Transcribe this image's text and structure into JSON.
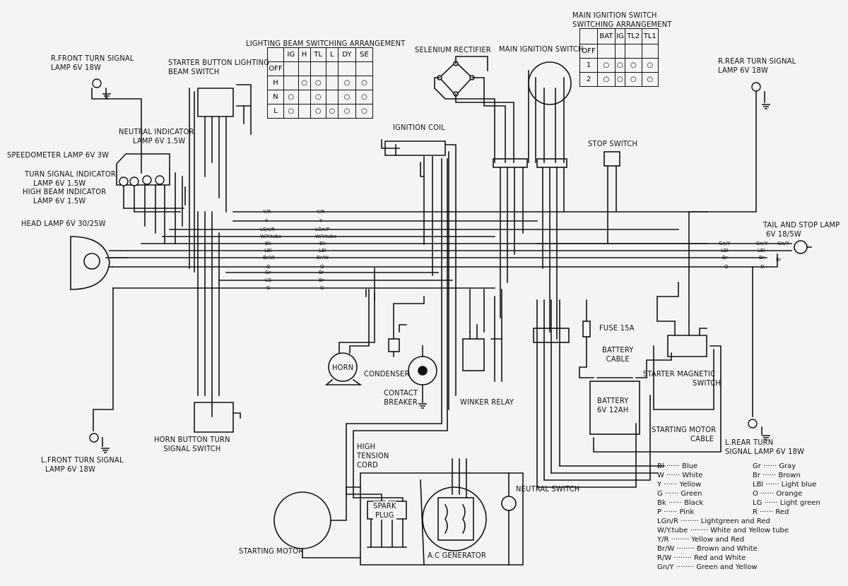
{
  "labels": {
    "r_front_turn": [
      "R.FRONT TURN SIGNAL",
      "LAMP 6V 18W"
    ],
    "starter_button": [
      "STARTER BUTTON LIGHTING",
      "BEAM SWITCH"
    ],
    "lighting_beam_title": "LIGHTING BEAM SWITCHING ARRANGEMENT",
    "selenium_rectifier": "SELENIUM RECTIFIER",
    "main_ignition_switch": "MAIN IGNITION SWITCH",
    "main_ignition_arrangement": [
      "MAIN IGNITION SWITCH",
      "SWITCHING ARRANGEMENT"
    ],
    "r_rear_turn": [
      "R.REAR TURN SIGNAL",
      "LAMP 6V 18W"
    ],
    "neutral_indicator": [
      "NEUTRAL INDICATOR",
      "LAMP 6V 1.5W"
    ],
    "speedometer_lamp": "SPEEDOMETER LAMP 6V 3W",
    "turn_signal_indicator": [
      "TURN SIGNAL INDICATOR",
      "LAMP 6V 1.5W"
    ],
    "high_beam_indicator": [
      "HIGH BEAM INDICATOR",
      "LAMP 6V 1.5W"
    ],
    "head_lamp": "HEAD LAMP 6V 30/25W",
    "ignition_coil": "IGNITION COIL",
    "stop_switch": "STOP SWITCH",
    "tail_stop_lamp": [
      "TAIL AND STOP LAMP",
      "6V 18/5W"
    ],
    "horn": "HORN",
    "condenser": "CONDENSER",
    "contact_breaker": [
      "CONTACT",
      "BREAKER"
    ],
    "winker_relay": "WINKER RELAY",
    "fuse": "FUSE 15A",
    "battery_cable": [
      "BATTERY",
      "CABLE"
    ],
    "starter_magnetic_switch": [
      "STARTER MAGNETIC",
      "SWITCH"
    ],
    "battery": [
      "BATTERY",
      "6V 12AH"
    ],
    "starting_motor_cable": [
      "STARTING MOTOR",
      "CABLE"
    ],
    "l_rear_turn": [
      "L.REAR TURN",
      "SIGNAL LAMP 6V 18W"
    ],
    "l_front_turn": [
      "L.FRONT TURN SIGNAL",
      "LAMP 6V 18W"
    ],
    "horn_button": [
      "HORN BUTTON TURN",
      "SIGNAL SWITCH"
    ],
    "high_tension_cord": [
      "HIGH",
      "TENSION",
      "CORD"
    ],
    "spark_plug": [
      "SPARK",
      "PLUG"
    ],
    "neutral_switch": "NEUTRAL SWITCH",
    "starting_motor": "STARTING MOTOR",
    "ac_generator": "A.C GENERATOR"
  },
  "lighting_table": {
    "headers": [
      "IG",
      "H",
      "TL",
      "L",
      "DY",
      "SE"
    ],
    "rows": [
      "OFF",
      "H",
      "N",
      "L"
    ]
  },
  "ignition_table": {
    "headers": [
      "OFF",
      "BAT",
      "IG",
      "TL2",
      "TL1"
    ],
    "rows": [
      "1",
      "2"
    ]
  },
  "wire_tags": {
    "left": [
      "Y/R",
      "Y",
      "LGn/R",
      "W/Y.tube",
      "Bk",
      "LBl",
      "Br/W",
      "O",
      "Gr",
      "LG",
      "G"
    ],
    "right": [
      "Y/R",
      "Y",
      "LGn/P",
      "W/Y.tube",
      "Bk",
      "LBl",
      "Br/W",
      "O",
      "Br",
      "Br",
      "G"
    ],
    "tail": [
      "Gn/Y",
      "LBl",
      "Br",
      "O",
      "Gn/Y",
      "LBl",
      "Br",
      "O",
      "Gn/Y",
      "Br"
    ]
  },
  "legend_left": [
    {
      "code": "Bl",
      "name": "Blue"
    },
    {
      "code": "W",
      "name": "White"
    },
    {
      "code": "Y",
      "name": "Yellow"
    },
    {
      "code": "G",
      "name": "Green"
    },
    {
      "code": "Bk",
      "name": "Black"
    },
    {
      "code": "P",
      "name": "Pink"
    }
  ],
  "legend_right": [
    {
      "code": "Gr",
      "name": "Gray"
    },
    {
      "code": "Br",
      "name": "Brown"
    },
    {
      "code": "LBl",
      "name": "Light blue"
    },
    {
      "code": "O",
      "name": "Orange"
    },
    {
      "code": "LG",
      "name": "Light green"
    },
    {
      "code": "R",
      "name": "Red"
    }
  ],
  "legend_long": [
    {
      "code": "LGn/R",
      "name": "Lightgreen and Red"
    },
    {
      "code": "W/Y.tube",
      "name": "White and Yellow tube"
    },
    {
      "code": "Y/R",
      "name": "Yellow and Red"
    },
    {
      "code": "Br/W",
      "name": "Brown and White"
    },
    {
      "code": "R/W",
      "name": "Red and White"
    },
    {
      "code": "Gn/Y",
      "name": "Green and Yellow"
    }
  ]
}
